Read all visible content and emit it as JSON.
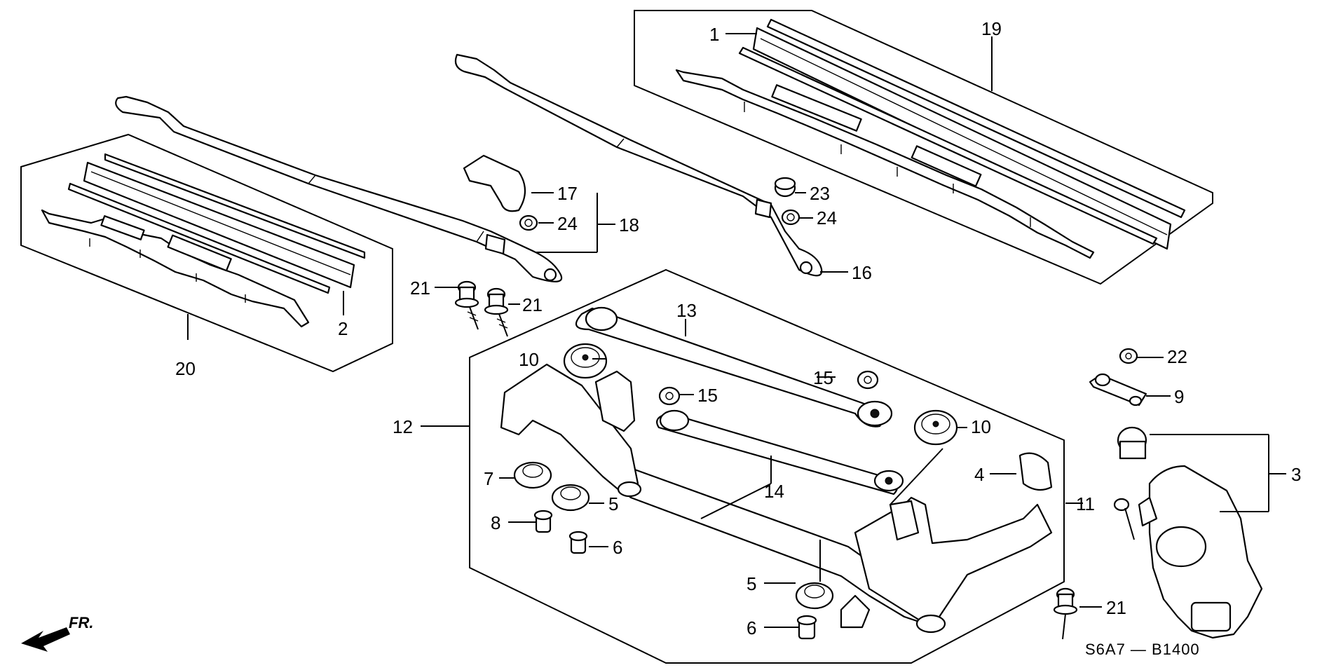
{
  "diagram": {
    "callouts": [
      {
        "id": "c1",
        "text": "1"
      },
      {
        "id": "c19",
        "text": "19"
      },
      {
        "id": "c17",
        "text": "17"
      },
      {
        "id": "c18",
        "text": "18"
      },
      {
        "id": "c24a",
        "text": "24"
      },
      {
        "id": "c23",
        "text": "23"
      },
      {
        "id": "c24b",
        "text": "24"
      },
      {
        "id": "c16",
        "text": "16"
      },
      {
        "id": "c21a",
        "text": "21"
      },
      {
        "id": "c21b",
        "text": "21"
      },
      {
        "id": "c2",
        "text": "2"
      },
      {
        "id": "c20",
        "text": "20"
      },
      {
        "id": "c13",
        "text": "13"
      },
      {
        "id": "c10a",
        "text": "10"
      },
      {
        "id": "c15a",
        "text": "15"
      },
      {
        "id": "c15b",
        "text": "15"
      },
      {
        "id": "c12",
        "text": "12"
      },
      {
        "id": "c10b",
        "text": "10"
      },
      {
        "id": "c22",
        "text": "22"
      },
      {
        "id": "c9",
        "text": "9"
      },
      {
        "id": "c3",
        "text": "3"
      },
      {
        "id": "c4",
        "text": "4"
      },
      {
        "id": "c7",
        "text": "7"
      },
      {
        "id": "c5a",
        "text": "5"
      },
      {
        "id": "c14",
        "text": "14"
      },
      {
        "id": "c11",
        "text": "11"
      },
      {
        "id": "c8",
        "text": "8"
      },
      {
        "id": "c6a",
        "text": "6"
      },
      {
        "id": "c5b",
        "text": "5"
      },
      {
        "id": "c6b",
        "text": "6"
      },
      {
        "id": "c21c",
        "text": "21"
      }
    ],
    "diagram_code": "S6A7 — B1400",
    "direction_label": "FR."
  }
}
